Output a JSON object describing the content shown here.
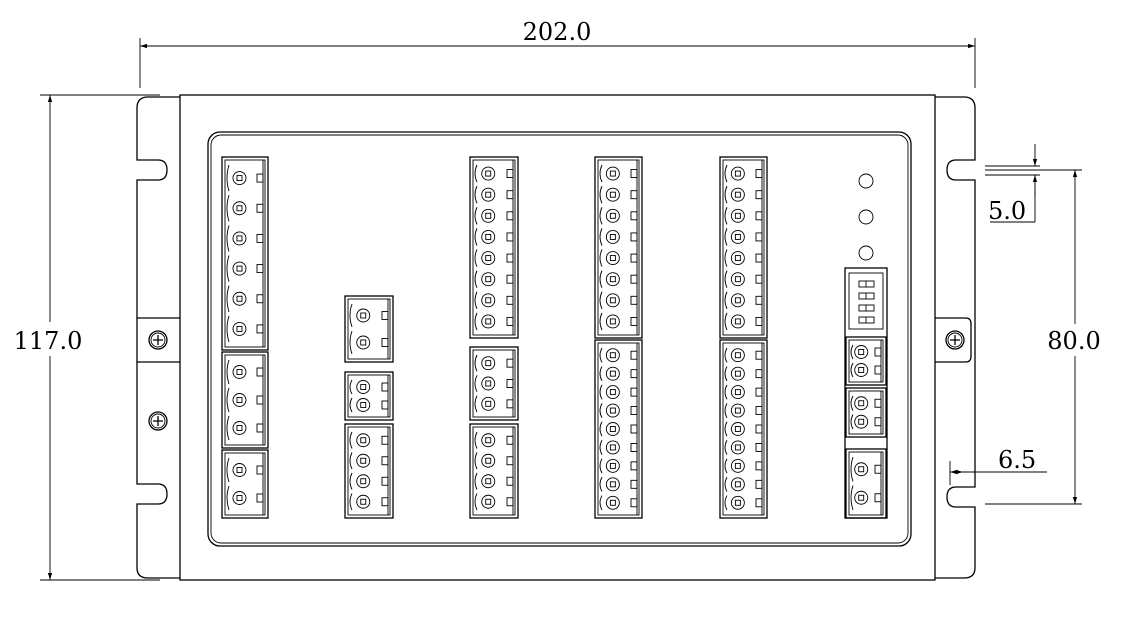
{
  "drawing": {
    "dimensions": {
      "overall_width": "202.0",
      "overall_height": "117.0",
      "hole_spacing": "80.0",
      "slot_width": "5.0",
      "slot_offset": "6.5"
    },
    "connector_columns": [
      {
        "name": "column-1",
        "blocks": [
          6,
          3,
          2
        ]
      },
      {
        "name": "column-2",
        "blocks": [
          2,
          2,
          4
        ]
      },
      {
        "name": "column-3",
        "blocks": [
          8,
          3,
          4
        ]
      },
      {
        "name": "column-4",
        "blocks": [
          8,
          9
        ]
      },
      {
        "name": "column-5",
        "blocks": [
          8,
          9
        ]
      },
      {
        "name": "column-6",
        "blocks": [
          2,
          2,
          2
        ]
      }
    ],
    "indicator_leds": 3,
    "dip_switch_positions": 4
  }
}
